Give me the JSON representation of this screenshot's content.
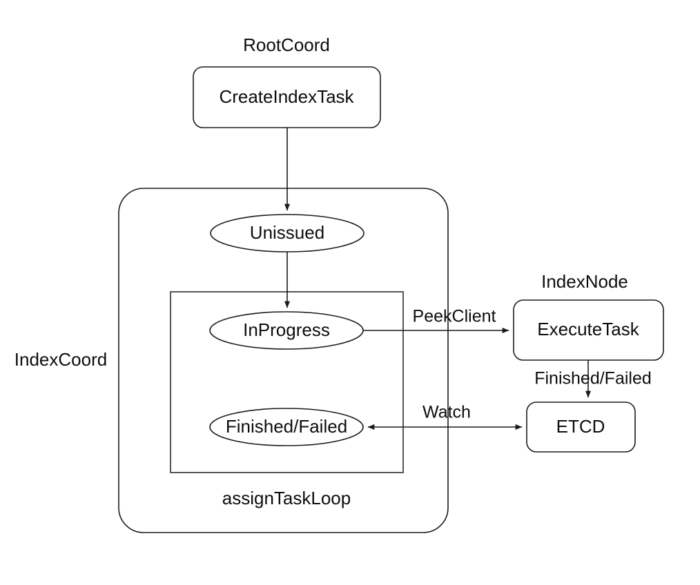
{
  "diagram": {
    "title_nodes": {
      "root_coord": "RootCoord",
      "index_node": "IndexNode",
      "index_coord": "IndexCoord",
      "assign_task_loop": "assignTaskLoop"
    },
    "nodes": {
      "create_index_task": "CreateIndexTask",
      "unissued": "Unissued",
      "in_progress": "InProgress",
      "finished_failed_state": "Finished/Failed",
      "execute_task": "ExecuteTask",
      "etcd": "ETCD"
    },
    "edge_labels": {
      "peek_client": "PeekClient",
      "finished_failed": "Finished/Failed",
      "watch": "Watch"
    },
    "colors": {
      "stroke": "#1a1a1a",
      "inner_box_stroke": "#555555",
      "fill": "#ffffff",
      "text": "#0d0d0d"
    }
  }
}
